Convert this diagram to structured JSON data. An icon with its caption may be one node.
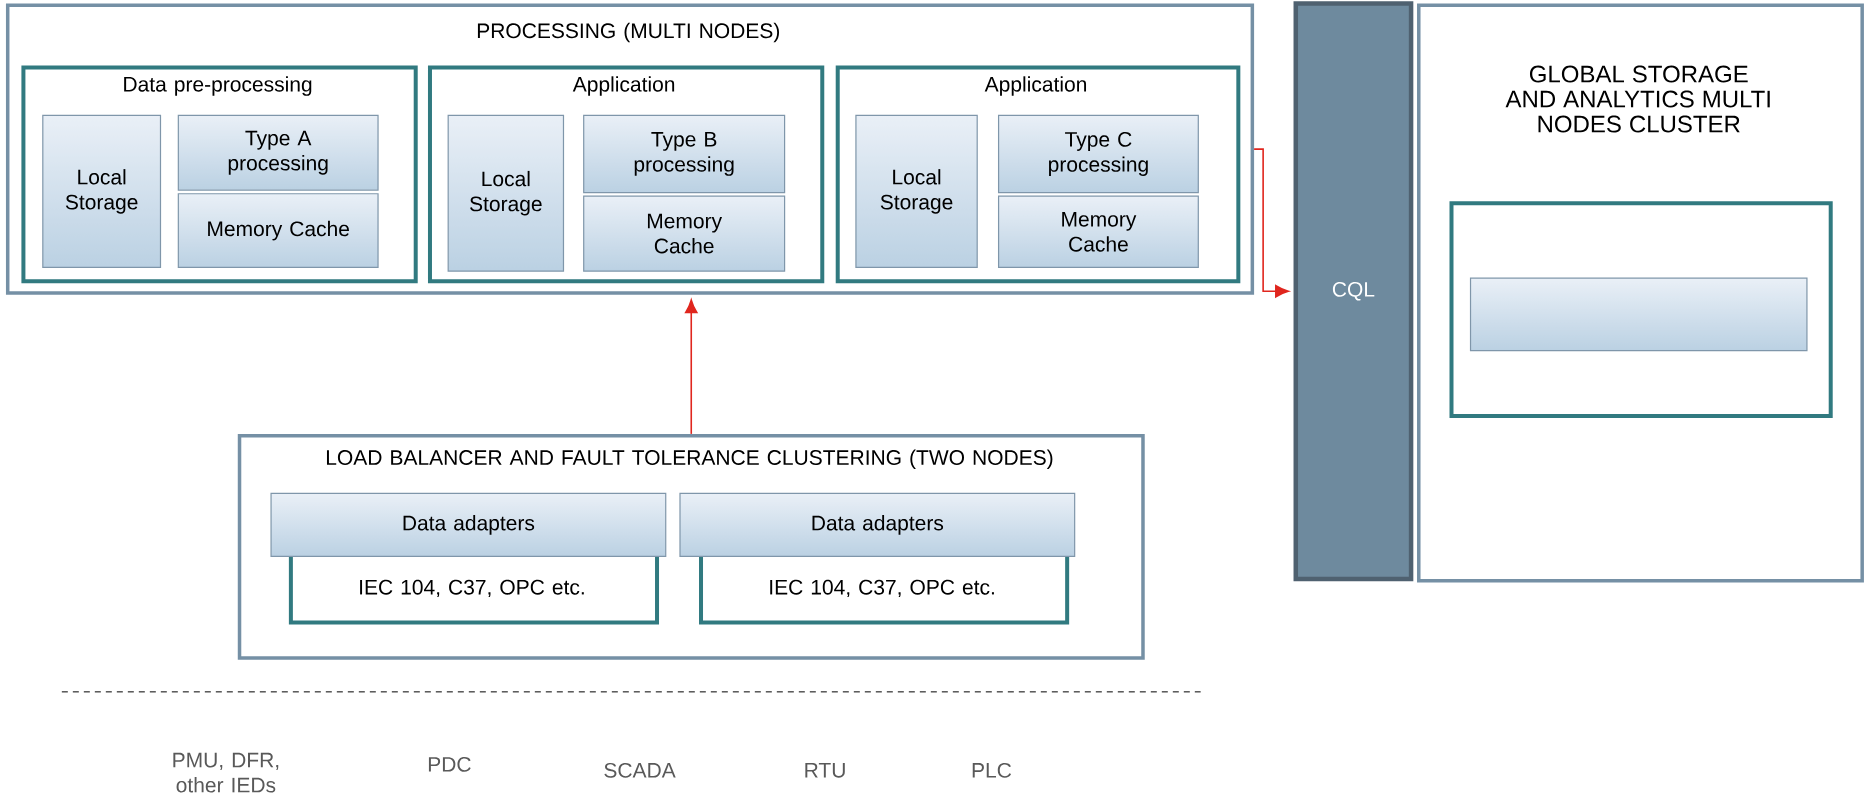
{
  "diagram": {
    "nodes": [
      {
        "text": [
          "PROCESSING (MULTI NODES)"
        ]
      },
      {
        "text": [
          "Data pre-processing"
        ],
        "in": 0
      },
      {
        "text": [
          "Local Storage"
        ],
        "in": 1
      },
      {
        "text": [
          "Type A processing"
        ],
        "in": 1
      },
      {
        "text": [
          "Memory Cache"
        ],
        "in": 1
      },
      {
        "text": [
          "Application"
        ],
        "in": 0
      },
      {
        "text": [
          "Local Storage"
        ],
        "in": 5
      },
      {
        "text": [
          "Type B processing"
        ],
        "in": 5
      },
      {
        "text": [
          "Memory Cache"
        ],
        "in": 5
      },
      {
        "text": [
          "Application"
        ],
        "in": 0
      },
      {
        "text": [
          "Local Storage"
        ],
        "in": 9
      },
      {
        "text": [
          "Type C processing"
        ],
        "in": 9
      },
      {
        "text": [
          "Memory Cache"
        ],
        "in": 9
      },
      {
        "text": [
          "CQL"
        ]
      },
      {
        "text": [
          "GLOBAL STORAGE AND ANALYTICS MULTI NODES CLUSTER"
        ]
      },
      {
        "text": [],
        "shape": "box",
        "in": 14
      },
      {
        "text": [],
        "shape": "box",
        "in": 15
      },
      {
        "text": [
          "LOAD BALANCER AND FAULT TOLERANCE CLUSTERING (TWO NODES)"
        ]
      },
      {
        "text": [
          "Data adapters"
        ],
        "in": 17
      },
      {
        "text": [
          "IEC 104, C37, OPC etc."
        ],
        "in": 17
      },
      {
        "text": [
          "Data adapters"
        ],
        "in": 17
      },
      {
        "text": [
          "IEC 104, C37, OPC etc."
        ],
        "in": 17
      }
    ],
    "edges": [
      {
        "from": 17,
        "to": 0,
        "arrow": "to"
      },
      {
        "from": 0,
        "to": 13,
        "arrow": "to"
      }
    ],
    "labels": [
      "PMU, DFR, other IEDs",
      "PDC",
      "SCADA",
      "RTU",
      "PLC"
    ]
  }
}
